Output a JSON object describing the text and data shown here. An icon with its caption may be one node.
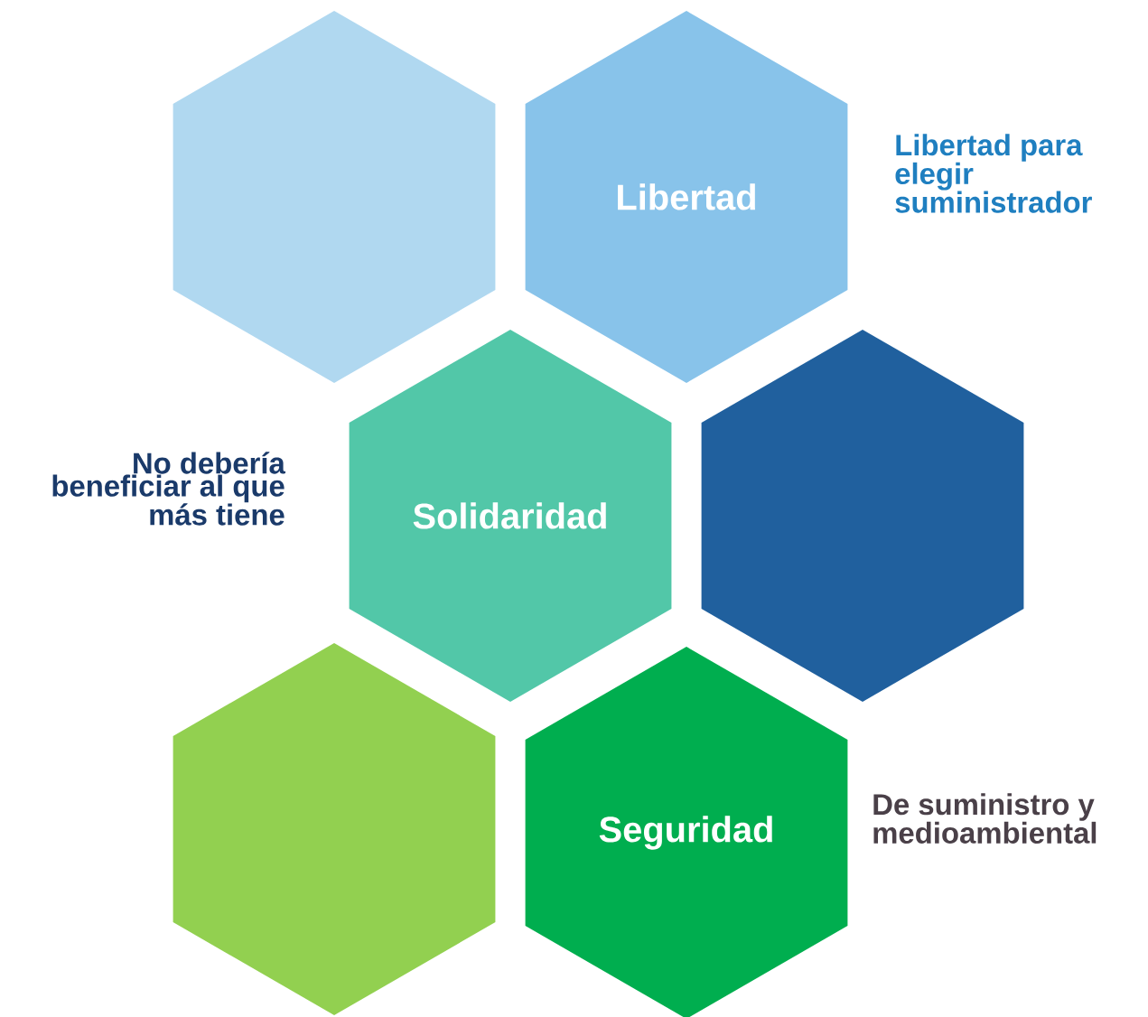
{
  "diagram": {
    "nodes": [
      {
        "text": [],
        "shape": "hexagon"
      },
      {
        "text": [
          "Libertad"
        ],
        "beside": [
          "Libertad para elegir suministrador"
        ]
      },
      {
        "text": [
          "Solidaridad"
        ],
        "beside": [
          "No debería beneficiar al que más tiene"
        ]
      },
      {
        "text": [],
        "shape": "hexagon"
      },
      {
        "text": [],
        "shape": "hexagon"
      },
      {
        "text": [
          "Seguridad"
        ],
        "beside": [
          "De suministro y medioambiental"
        ]
      }
    ]
  }
}
